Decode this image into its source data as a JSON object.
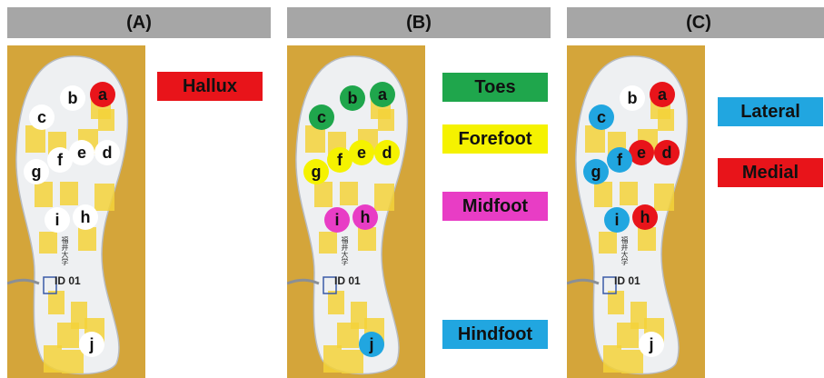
{
  "panels": [
    {
      "title": "(A)"
    },
    {
      "title": "(B)"
    },
    {
      "title": "(C)"
    }
  ],
  "points": {
    "a": "a",
    "b": "b",
    "c": "c",
    "d": "d",
    "e": "e",
    "f": "f",
    "g": "g",
    "h": "h",
    "i": "i",
    "j": "j"
  },
  "colors": {
    "hallux": "#e8141a",
    "toes": "#1fa64c",
    "forefoot": "#f5f200",
    "midfoot": "#e83dc5",
    "hindfoot": "#21a6e0",
    "lateral": "#21a6e0",
    "medial": "#e8141a",
    "neutral": "#ffffff"
  },
  "panel_a": {
    "point_colors": {
      "a": "hallux",
      "b": "neutral",
      "c": "neutral",
      "d": "neutral",
      "e": "neutral",
      "f": "neutral",
      "g": "neutral",
      "h": "neutral",
      "i": "neutral",
      "j": "neutral"
    },
    "legend": [
      {
        "label": "Hallux",
        "color": "hallux"
      }
    ]
  },
  "panel_b": {
    "point_colors": {
      "a": "toes",
      "b": "toes",
      "c": "toes",
      "d": "forefoot",
      "e": "forefoot",
      "f": "forefoot",
      "g": "forefoot",
      "h": "midfoot",
      "i": "midfoot",
      "j": "hindfoot"
    },
    "legend": [
      {
        "label": "Toes",
        "color": "toes"
      },
      {
        "label": "Forefoot",
        "color": "forefoot"
      },
      {
        "label": "Midfoot",
        "color": "midfoot"
      },
      {
        "label": "Hindfoot",
        "color": "hindfoot"
      }
    ]
  },
  "panel_c": {
    "point_colors": {
      "a": "medial",
      "b": "neutral",
      "c": "lateral",
      "d": "medial",
      "e": "medial",
      "f": "lateral",
      "g": "lateral",
      "h": "medial",
      "i": "lateral",
      "j": "neutral"
    },
    "legend": [
      {
        "label": "Lateral",
        "color": "lateral"
      },
      {
        "label": "Medial",
        "color": "medial"
      }
    ]
  },
  "insole_print": {
    "line1": "福井大学",
    "line2": "ID",
    "line3": "01"
  }
}
